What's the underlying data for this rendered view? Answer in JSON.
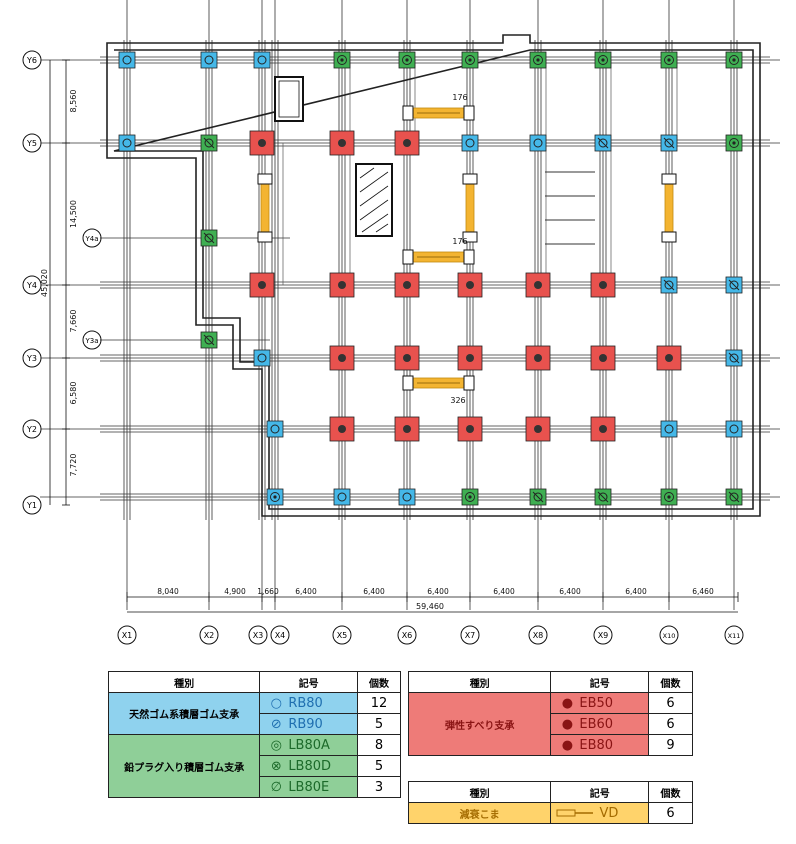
{
  "plan": {
    "row_labels": [
      "Y6",
      "Y5",
      "Y4a",
      "Y4",
      "Y3a",
      "Y3",
      "Y2",
      "Y1"
    ],
    "col_labels": [
      "X1",
      "X2",
      "X3",
      "X4",
      "X5",
      "X6",
      "X7",
      "X8",
      "X9",
      "X10",
      "X11"
    ],
    "left_dims": [
      "8,560",
      "14,500",
      "45,020",
      "7,660",
      "6,580",
      "7,720"
    ],
    "bottom_dims": [
      "8,040",
      "4,900",
      "1,660",
      "6,400",
      "6,400",
      "6,400",
      "6,400",
      "6,400",
      "6,400",
      "6,460"
    ],
    "total_width": "59,460",
    "damper_dims": [
      "176",
      "176",
      "326"
    ],
    "colors": {
      "rb": "#45b8e8",
      "lb": "#3faf52",
      "eb": "#e8524e",
      "vd": "#f3b431"
    }
  },
  "table1": {
    "header": {
      "kind": "種別",
      "symbol": "記号",
      "count": "個数"
    },
    "rubber_label": "天然ゴム系積層ゴム支承",
    "lead_label": "鉛プラグ入り積層ゴム支承",
    "rows": [
      {
        "glyph": "○",
        "code": "RB80",
        "count": "12"
      },
      {
        "glyph": "⊘",
        "code": "RB90",
        "count": "5"
      },
      {
        "glyph": "◎",
        "code": "LB80A",
        "count": "8"
      },
      {
        "glyph": "⊗",
        "code": "LB80D",
        "count": "5"
      },
      {
        "glyph": "∅",
        "code": "LB80E",
        "count": "3"
      }
    ]
  },
  "table2": {
    "header": {
      "kind": "種別",
      "symbol": "記号",
      "count": "個数"
    },
    "slide_label": "弾性すべり支承",
    "rows": [
      {
        "glyph": "●",
        "code": "EB50",
        "count": "6"
      },
      {
        "glyph": "●",
        "code": "EB60",
        "count": "6"
      },
      {
        "glyph": "●",
        "code": "EB80",
        "count": "9"
      }
    ]
  },
  "table3": {
    "header": {
      "kind": "種別",
      "symbol": "記号",
      "count": "個数"
    },
    "label": "減衰こま",
    "code": "VD",
    "count": "6"
  }
}
